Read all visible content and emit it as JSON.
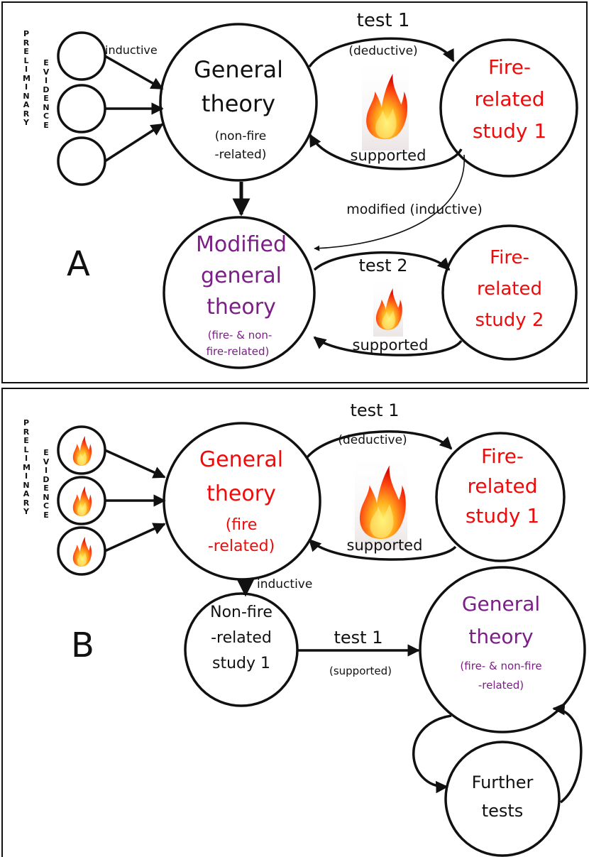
{
  "panel_a": {
    "letter": "A",
    "preliminary": "PRELIMINARY",
    "evidence": "EVIDENCE",
    "inductive_label": "inductive",
    "general_theory": {
      "line1": "General",
      "line2": "theory",
      "sub1": "(non-fire",
      "sub2": "-related)"
    },
    "test1": "test 1",
    "deductive": "(deductive)",
    "supported_1": "supported",
    "fire_study_1": {
      "line1": "Fire-",
      "line2": "related",
      "line3": "study 1"
    },
    "modified_label": "modified (inductive)",
    "modified_theory": {
      "line1": "Modified",
      "line2": "general",
      "line3": "theory",
      "sub1": "(fire- & non-",
      "sub2": "fire-related)"
    },
    "test2": "test 2",
    "supported_2": "supported",
    "fire_study_2": {
      "line1": "Fire-",
      "line2": "related",
      "line3": "study 2"
    }
  },
  "panel_b": {
    "letter": "B",
    "preliminary": "PRELIMINARY",
    "evidence": "EVIDENCE",
    "general_theory": {
      "line1": "General",
      "line2": "theory",
      "sub1": "(fire",
      "sub2": "-related)"
    },
    "test1": "test 1",
    "deductive": "(deductive)",
    "supported": "supported",
    "fire_study_1": {
      "line1": "Fire-",
      "line2": "related",
      "line3": "study 1"
    },
    "inductive_label": "inductive",
    "nonfire_study": {
      "line1": "Non-fire",
      "line2": "-related",
      "line3": "study 1"
    },
    "test1_b": "test 1",
    "supported_b": "(supported)",
    "general_theory_2": {
      "line1": "General",
      "line2": "theory",
      "sub1": "(fire- & non-fire",
      "sub2": "-related)"
    },
    "further_tests": {
      "line1": "Further",
      "line2": "tests"
    }
  },
  "colors": {
    "fire_red": "#f00a0a",
    "modified_purple": "#7b1e86",
    "ink": "#111111"
  }
}
